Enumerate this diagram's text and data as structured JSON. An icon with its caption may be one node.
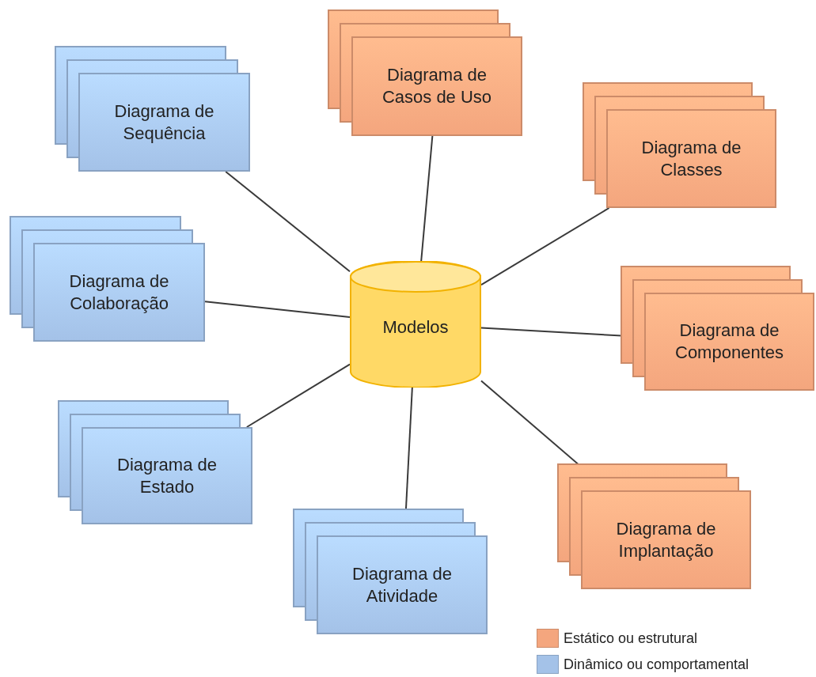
{
  "diagram": {
    "nodes": [
      {
        "text": [
          "Diagrama de Casos de Uso"
        ]
      },
      {
        "text": [
          "Diagrama de Sequência"
        ]
      },
      {
        "text": [
          "Diagrama de Classes"
        ]
      },
      {
        "text": [
          "Diagrama de Colaboração"
        ]
      },
      {
        "text": [
          "Modelos"
        ]
      },
      {
        "text": [
          "Diagrama de Componentes"
        ]
      },
      {
        "text": [
          "Diagrama de Estado"
        ]
      },
      {
        "text": [
          "Diagrama de Implantação"
        ]
      },
      {
        "text": [
          "Diagrama de Atividade"
        ]
      }
    ],
    "edges": [
      {
        "from": 4,
        "to": 0,
        "arrow": "none"
      },
      {
        "from": 4,
        "to": 1,
        "arrow": "none"
      },
      {
        "from": 4,
        "to": 2,
        "arrow": "none"
      },
      {
        "from": 4,
        "to": 3,
        "arrow": "none"
      },
      {
        "from": 4,
        "to": 5,
        "arrow": "none"
      },
      {
        "from": 4,
        "to": 6,
        "arrow": "none"
      },
      {
        "from": 4,
        "to": 7,
        "arrow": "none"
      },
      {
        "from": 4,
        "to": 8,
        "arrow": "none"
      }
    ],
    "legend": [
      {
        "text": "Estático ou estrutural",
        "color": "#f4a67e"
      },
      {
        "text": "Dinâmico ou comportamental",
        "color": "#a4c2e8"
      }
    ]
  }
}
